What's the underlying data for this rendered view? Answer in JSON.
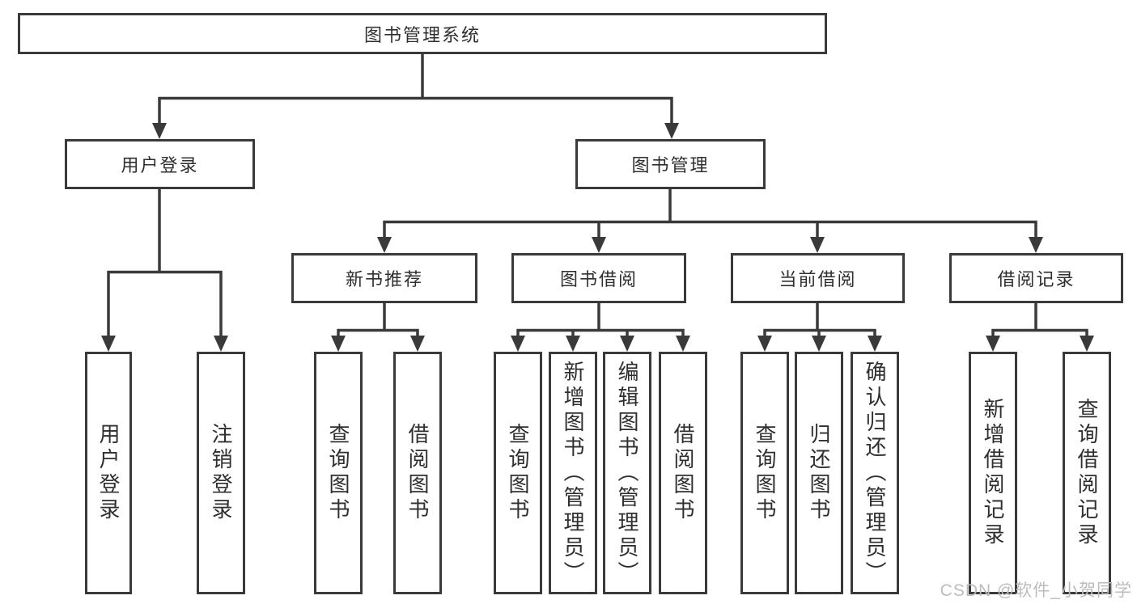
{
  "diagram": {
    "root": {
      "label": "图书管理系统"
    },
    "branches": [
      {
        "label": "用户登录",
        "children": [
          "用户登录",
          "注销登录"
        ]
      },
      {
        "label": "图书管理",
        "groups": [
          {
            "label": "新书推荐",
            "children": [
              "查询图书",
              "借阅图书"
            ]
          },
          {
            "label": "图书借阅",
            "children": [
              "查询图书",
              "新增图书（管理员）",
              "编辑图书（管理员）",
              "借阅图书"
            ]
          },
          {
            "label": "当前借阅",
            "children": [
              "查询图书",
              "归还图书",
              "确认归还（管理员）"
            ]
          },
          {
            "label": "借阅记录",
            "children": [
              "新增借阅记录",
              "查询借阅记录"
            ]
          }
        ]
      }
    ]
  },
  "watermark": "CSDN @软件_小贺同学",
  "colors": {
    "line": "#3a3a3a",
    "text": "#2f2f2f",
    "watermark": "#bcbcbc",
    "background": "#ffffff"
  }
}
